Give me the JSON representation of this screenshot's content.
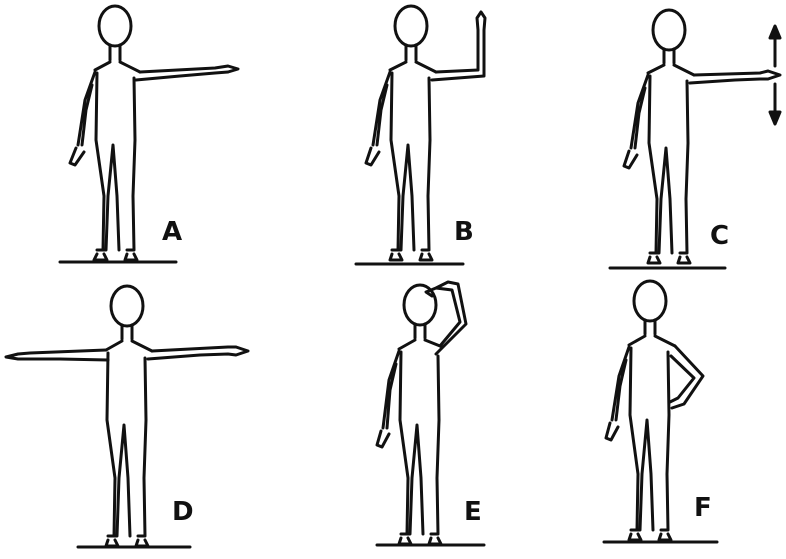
{
  "figure": {
    "background": "#ffffff",
    "ink": "#111111",
    "panels": [
      {
        "id": "a",
        "label": "A",
        "pose": "right-arm-pointing-out"
      },
      {
        "id": "b",
        "label": "B",
        "pose": "right-arm-raised-up"
      },
      {
        "id": "c",
        "label": "C",
        "pose": "right-arm-out-moving-up-down"
      },
      {
        "id": "d",
        "label": "D",
        "pose": "both-arms-out"
      },
      {
        "id": "e",
        "label": "E",
        "pose": "hand-on-head"
      },
      {
        "id": "f",
        "label": "F",
        "pose": "hand-on-hip"
      }
    ]
  }
}
